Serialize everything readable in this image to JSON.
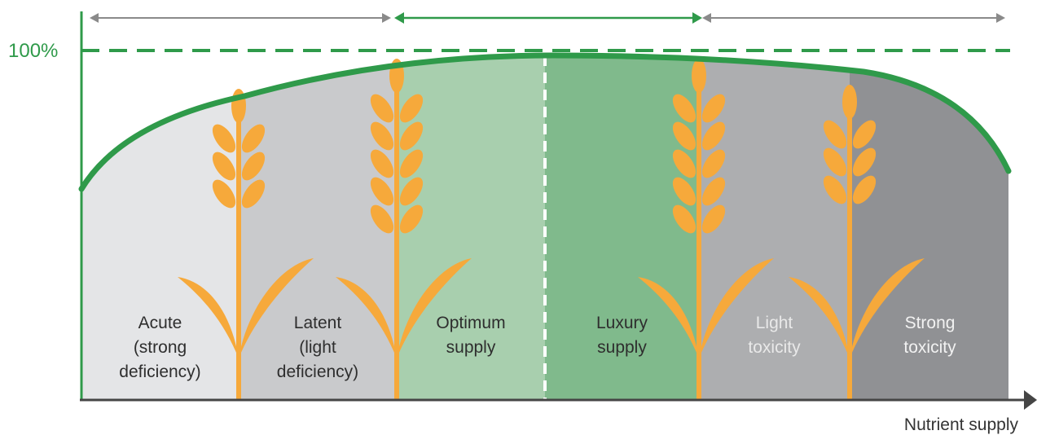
{
  "y_axis": {
    "max_label": "100%"
  },
  "x_axis": {
    "label": "Nutrient supply"
  },
  "colors": {
    "accent_green": "#2f9a4a",
    "arrow_gray": "#8a8a8a",
    "plant_orange": "#f6a93b",
    "axis_dark": "#454545"
  },
  "zones": [
    {
      "lines": [
        "Acute",
        "(strong",
        "deficiency)"
      ],
      "fill": "#e4e5e7",
      "text_color": "#2e2e2e"
    },
    {
      "lines": [
        "Latent",
        "(light",
        "deficiency)"
      ],
      "fill": "#c9cacc",
      "text_color": "#2e2e2e"
    },
    {
      "lines": [
        "Optimum",
        "supply"
      ],
      "fill": "#a8cfae",
      "text_color": "#2e2e2e"
    },
    {
      "lines": [
        "Luxury",
        "supply"
      ],
      "fill": "#80ba8c",
      "text_color": "#2e2e2e"
    },
    {
      "lines": [
        "Light",
        "toxicity"
      ],
      "fill": "#adaeb0",
      "text_color": "#e9e9e9"
    },
    {
      "lines": [
        "Strong",
        "toxicity"
      ],
      "fill": "#909194",
      "text_color": "#f2f2f2"
    }
  ],
  "plants": [
    {
      "name": "wheat-plant"
    },
    {
      "name": "wheat-plant"
    },
    {
      "name": "wheat-plant"
    },
    {
      "name": "wheat-plant"
    }
  ]
}
